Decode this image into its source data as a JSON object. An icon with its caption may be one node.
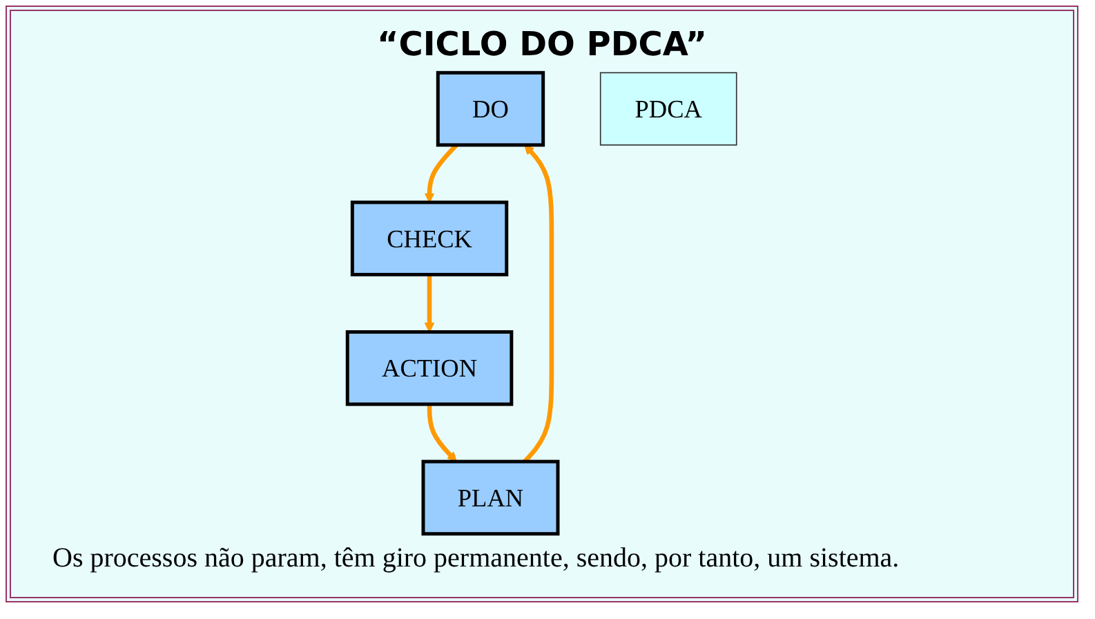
{
  "diagram": {
    "title": "“CICLO DO PDCA”",
    "caption": "Os processos não param, têm giro permanente, sendo, por tanto, um sistema.",
    "nodes": [
      {
        "text": [
          "DO"
        ]
      },
      {
        "text": [
          "PLAN"
        ]
      },
      {
        "text": [
          "PDCA"
        ]
      },
      {
        "text": [
          "CHECK"
        ]
      },
      {
        "text": [
          "ACTION"
        ]
      }
    ],
    "edges": [
      {
        "from": 1,
        "to": 0,
        "arrow": "to"
      },
      {
        "from": 0,
        "to": 3,
        "arrow": "to"
      },
      {
        "from": 3,
        "to": 4,
        "arrow": "to"
      },
      {
        "from": 4,
        "to": 1,
        "arrow": "to"
      }
    ]
  }
}
